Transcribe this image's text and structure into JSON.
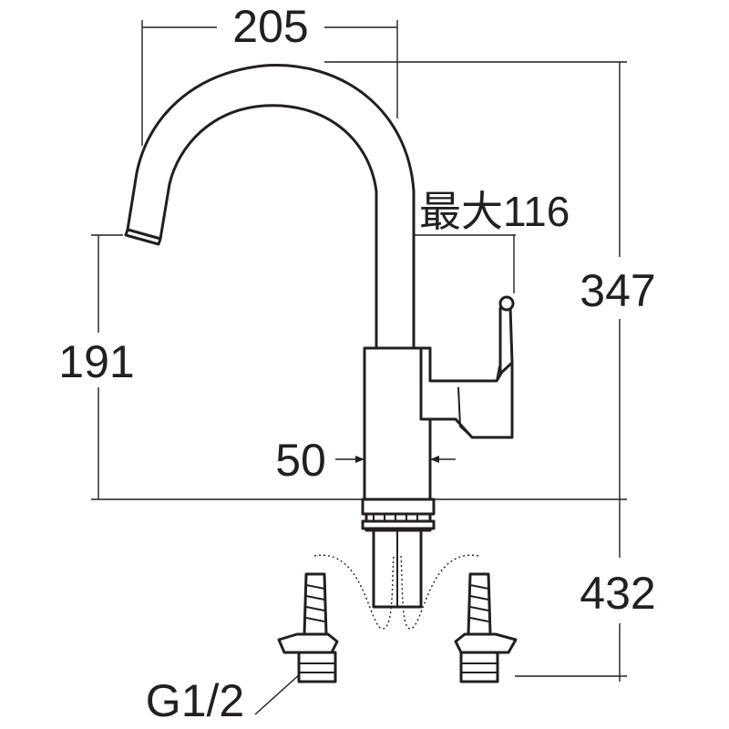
{
  "dimensions": {
    "spout_reach": "205",
    "handle_max": "最大116",
    "total_height": "347",
    "spout_height": "191",
    "body_width": "50",
    "hose_length": "432",
    "thread": "G1/2"
  },
  "colors": {
    "line": "#231f20",
    "background": "#ffffff"
  }
}
